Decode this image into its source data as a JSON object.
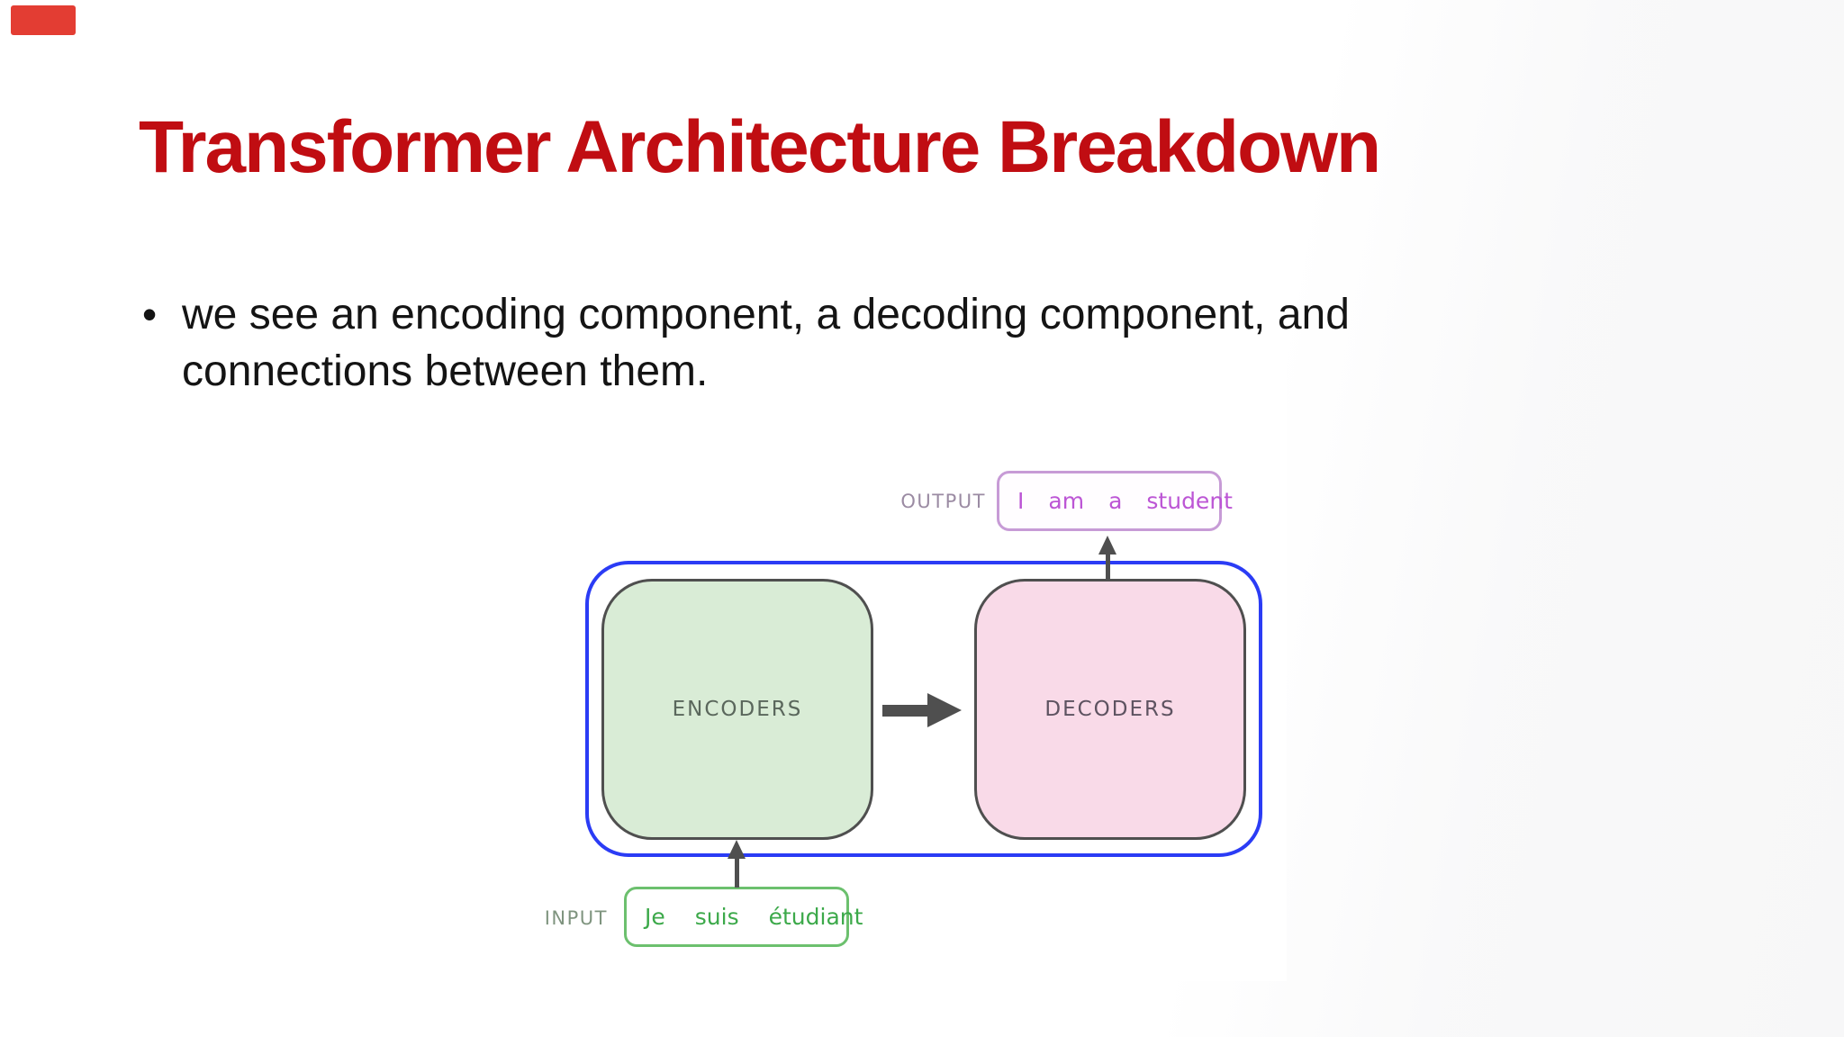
{
  "slide": {
    "corner_accent_color": "#e33d33",
    "title": {
      "text": "Transformer Architecture Breakdown",
      "color": "#c00d12"
    },
    "bullet": {
      "marker": "•",
      "lines": [
        "we see an encoding component, a decoding component, and",
        "connections between them."
      ]
    }
  },
  "diagram": {
    "container_border_color": "#2b3cf5",
    "arrow_color": "#4f4f4f",
    "encoders": {
      "label": "ENCODERS",
      "fill_color": "#d9ecd6",
      "border_color": "#4f4f4f"
    },
    "decoders": {
      "label": "DECODERS",
      "fill_color": "#f9dae8",
      "border_color": "#4f4f4f"
    },
    "output": {
      "label": "OUTPUT",
      "words": [
        "I",
        "am",
        "a",
        "student"
      ],
      "text_color": "#bc55d5",
      "border_color": "#c79bd6"
    },
    "input": {
      "label": "INPUT",
      "words": [
        "Je",
        "suis",
        "étudiant"
      ],
      "text_color": "#3ca94a",
      "border_color": "#6cc06e"
    }
  }
}
